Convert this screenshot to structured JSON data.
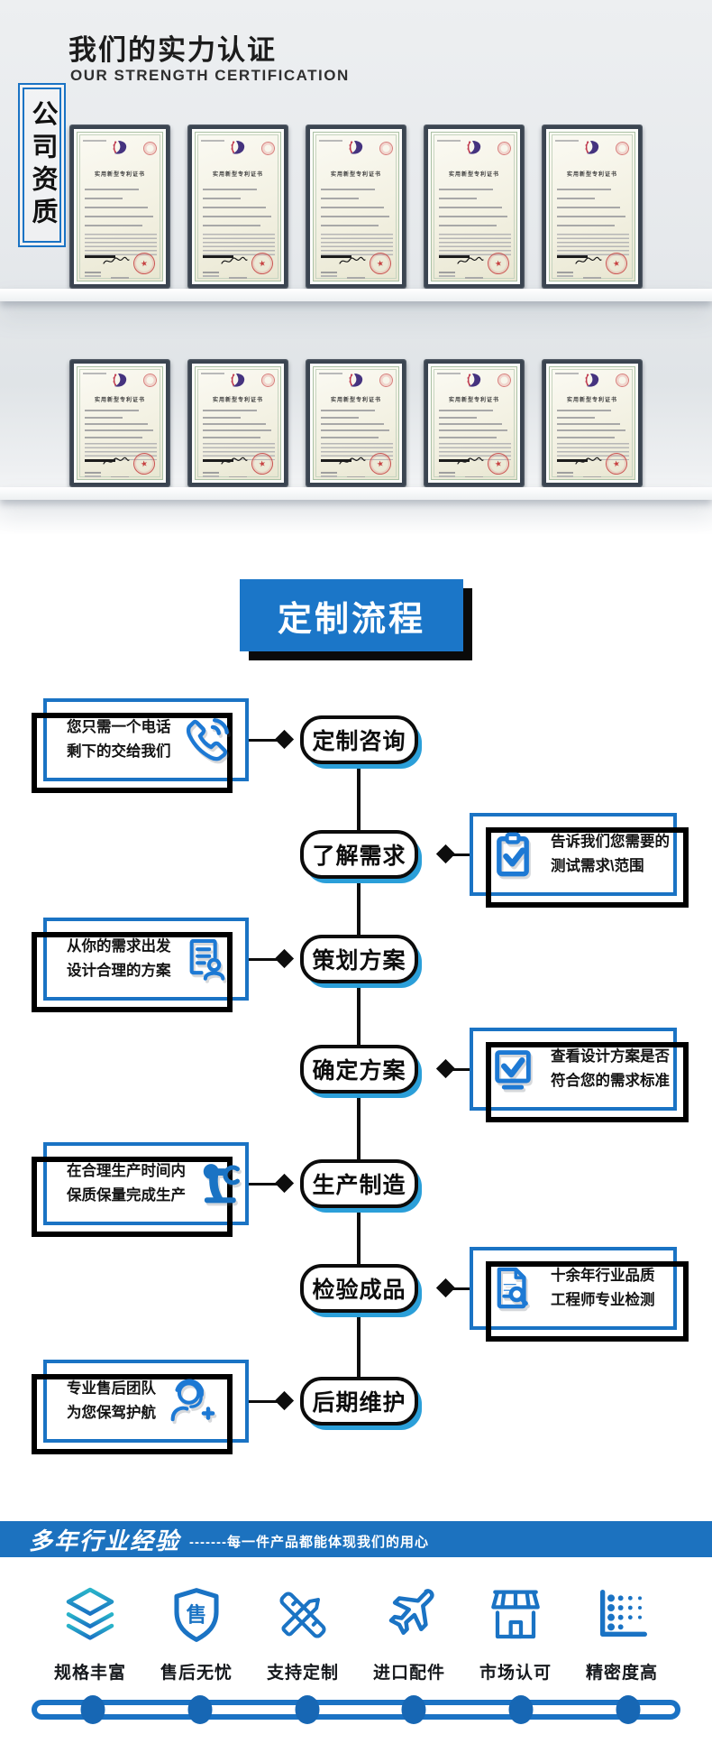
{
  "cert_section": {
    "side_label": "公司资质",
    "title": "我们的实力认证",
    "subtitle": "OUR STRENGTH CERTIFICATION",
    "certificate_title": "实用新型专利证书",
    "stamp_glyph": "★",
    "rows": [
      5,
      5
    ]
  },
  "flow_section": {
    "banner": "定制流程",
    "steps": [
      {
        "node": "定制咨询",
        "side": "left",
        "icon": "phone-icon",
        "lines": [
          "您只需一个电话",
          "剩下的交给我们"
        ]
      },
      {
        "node": "了解需求",
        "side": "right",
        "icon": "clipboard-check-icon",
        "lines": [
          "告诉我们您需要的",
          "测试需求\\范围"
        ]
      },
      {
        "node": "策划方案",
        "side": "left",
        "icon": "document-person-icon",
        "lines": [
          "从你的需求出发",
          "设计合理的方案"
        ]
      },
      {
        "node": "确定方案",
        "side": "right",
        "icon": "checkbox-icon",
        "lines": [
          "查看设计方案是否",
          "符合您的需求标准"
        ]
      },
      {
        "node": "生产制造",
        "side": "left",
        "icon": "robot-arm-icon",
        "lines": [
          "在合理生产时间内",
          "保质保量完成生产"
        ]
      },
      {
        "node": "检验成品",
        "side": "right",
        "icon": "document-search-icon",
        "lines": [
          "十余年行业品质",
          "工程师专业检测"
        ]
      },
      {
        "node": "后期维护",
        "side": "left",
        "icon": "headset-icon",
        "lines": [
          "专业售后团队",
          "为您保驾护航"
        ]
      }
    ]
  },
  "experience_band": {
    "title": "多年行业经验",
    "tagline": "-------每一件产品都能体现我们的用心"
  },
  "features": {
    "items": [
      {
        "label": "规格丰富",
        "icon": "layers-icon"
      },
      {
        "label": "售后无忧",
        "icon": "shield-icon",
        "glyph": "售"
      },
      {
        "label": "支持定制",
        "icon": "ruler-pen-icon"
      },
      {
        "label": "进口配件",
        "icon": "plane-icon"
      },
      {
        "label": "市场认可",
        "icon": "store-icon"
      },
      {
        "label": "精密度高",
        "icon": "dot-chart-icon"
      }
    ]
  },
  "colors": {
    "accent_blue": "#1a73c4",
    "node_shadow_blue": "#2b9fd9",
    "band_blue": "#1c72bf",
    "banner_blue": "#1b76c8",
    "icon_blue": "#1d79d4",
    "teal": "#29b4c9",
    "black": "#0d0d0d"
  }
}
